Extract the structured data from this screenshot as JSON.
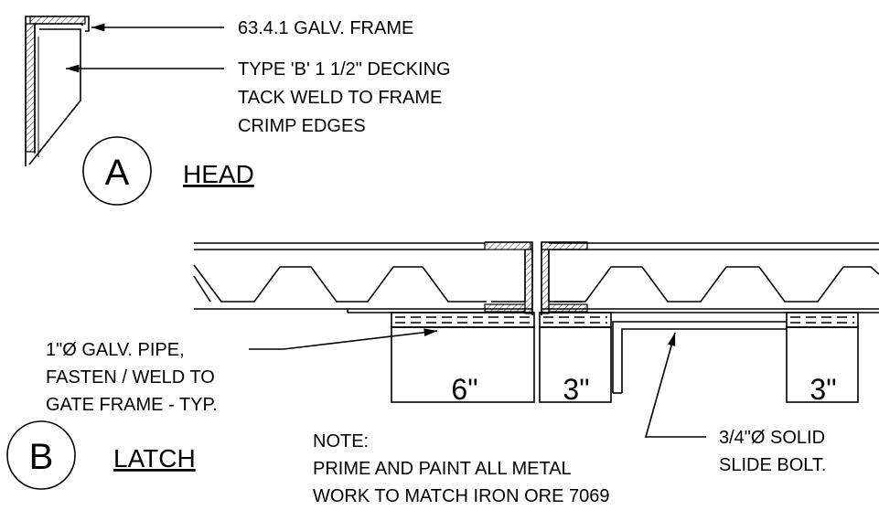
{
  "detail_a": {
    "bubble": "A",
    "title": "HEAD",
    "frame_label": "63.4.1 GALV. FRAME",
    "decking_label": [
      "TYPE 'B' 1 1/2\" DECKING",
      "TACK WELD TO FRAME",
      "CRIMP EDGES"
    ]
  },
  "detail_b": {
    "bubble": "B",
    "title": "LATCH",
    "pipe_label": [
      "1\"Ø GALV. PIPE,",
      "FASTEN / WELD TO",
      "GATE FRAME - TYP."
    ],
    "bolt_label": [
      "3/4\"Ø SOLID",
      "SLIDE BOLT."
    ],
    "dims": [
      "6\"",
      "3\"",
      "3\""
    ]
  },
  "note": {
    "heading": "NOTE:",
    "lines": [
      "PRIME AND PAINT ALL METAL",
      "WORK TO MATCH IRON ORE 7069"
    ]
  }
}
